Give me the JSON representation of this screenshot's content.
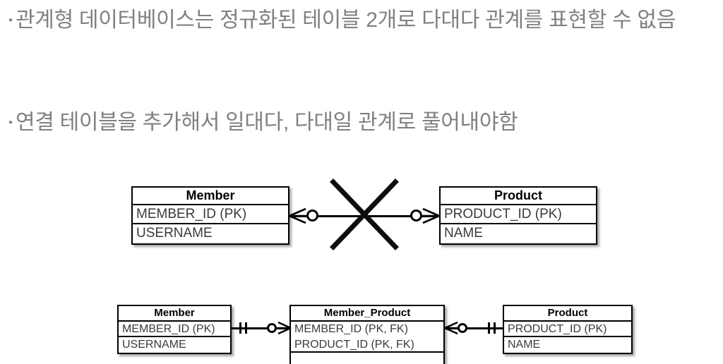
{
  "slide": {
    "background_color": "#ffffff",
    "text_color": "#808080",
    "line_color": "#000000"
  },
  "bullets": [
    {
      "marker": "•",
      "text": "관계형 데이터베이스는 정규화된 테이블 2개로 다대다 관계를 표현할 수 없음"
    },
    {
      "marker": "•",
      "text": "연결 테이블을 추가해서 일대다, 다대일 관계로 풀어내야함"
    }
  ],
  "diagram_many_to_many": {
    "relationship_state": "crossed-out",
    "tables": [
      {
        "title": "Member",
        "columns": [
          "MEMBER_ID (PK)",
          "USERNAME"
        ]
      },
      {
        "title": "Product",
        "columns": [
          "PRODUCT_ID (PK)",
          "NAME"
        ]
      }
    ],
    "connector": {
      "left_cardinality": "zero-or-many",
      "right_cardinality": "zero-or-many"
    }
  },
  "diagram_with_join_table": {
    "relationship_state": "valid",
    "tables": [
      {
        "title": "Member",
        "columns": [
          "MEMBER_ID (PK)",
          "USERNAME"
        ]
      },
      {
        "title": "Member_Product",
        "columns": [
          "MEMBER_ID (PK, FK)",
          "PRODUCT_ID (PK, FK)",
          ""
        ]
      },
      {
        "title": "Product",
        "columns": [
          "PRODUCT_ID (PK)",
          "NAME"
        ]
      }
    ],
    "connectors": [
      {
        "left_cardinality": "one-and-only-one",
        "right_cardinality": "zero-or-many"
      },
      {
        "left_cardinality": "zero-or-many",
        "right_cardinality": "one-and-only-one"
      }
    ]
  }
}
